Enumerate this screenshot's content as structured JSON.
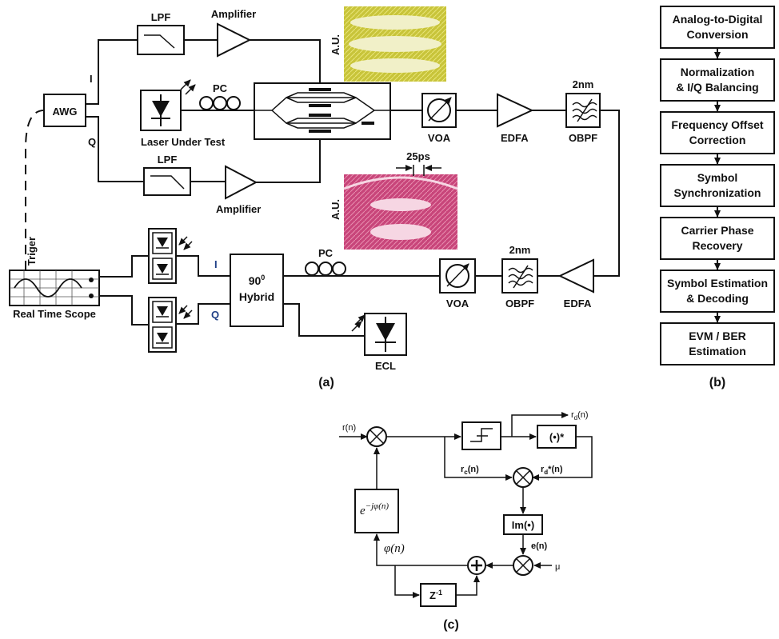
{
  "panel_a": {
    "awg": "AWG",
    "i_label": "I",
    "q_label": "Q",
    "lpf_top": "LPF",
    "lpf_bottom": "LPF",
    "amp_top": "Amplifier",
    "amp_bottom": "Amplifier",
    "laser": "Laser Under Test",
    "pc_top": "PC",
    "voa_top": "VOA",
    "edfa_top": "EDFA",
    "obpf_top": "OBPF",
    "bw_top": "2nm",
    "eye_axis_top": "A.U.",
    "eye_axis_bottom": "A.U.",
    "eye_time": "25ps",
    "scope_trigger": "Triger",
    "scope": "Real Time Scope",
    "rx_i": "I",
    "rx_q": "Q",
    "hybrid_deg": "90",
    "hybrid_sup": "0",
    "hybrid": "Hybrid",
    "pc_bottom": "PC",
    "voa_bottom": "VOA",
    "obpf_bottom": "OBPF",
    "bw_bottom": "2nm",
    "edfa_bottom": "EDFA",
    "ecl": "ECL",
    "caption": "(a)"
  },
  "panel_b": {
    "steps": [
      [
        "Analog-to-Digital",
        "Conversion"
      ],
      [
        "Normalization",
        "& I/Q Balancing"
      ],
      [
        "Frequency Offset",
        "Correction"
      ],
      [
        "Symbol",
        "Synchronization"
      ],
      [
        "Carrier Phase",
        "Recovery"
      ],
      [
        "Symbol Estimation",
        "& Decoding"
      ],
      [
        "EVM / BER",
        "Estimation"
      ]
    ],
    "caption": "(b)"
  },
  "panel_c": {
    "input": "r(n)",
    "output_base": "r",
    "output_sub": "d",
    "output_arg": "(n)",
    "conj": "(•)*",
    "rc_base": "r",
    "rc_sub": "c",
    "rc_arg": "(n)",
    "rd_base": "r",
    "rd_sub": "d",
    "rd_arg": "*(n)",
    "im": "Im(•)",
    "error": "e(n)",
    "mu": "μ",
    "phi": "φ(n)",
    "exp_base": "e",
    "exp_power": "−jφ(n)",
    "delay_base": "Z",
    "delay_power": "-1",
    "caption": "(c)"
  }
}
